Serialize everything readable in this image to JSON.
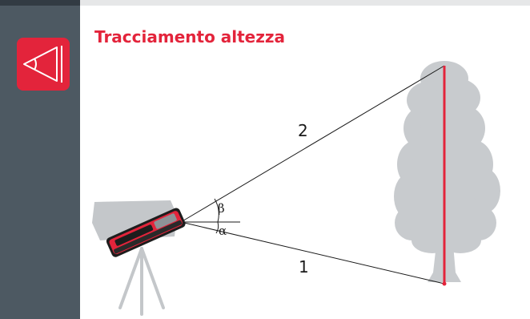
{
  "title": "Tracciamento altezza",
  "mode_icon": "height-tracking-icon",
  "labels": {
    "line_top": "2",
    "line_bottom": "1",
    "angle_upper": "β",
    "angle_lower": "α"
  },
  "colors": {
    "accent": "#e3243b",
    "sidebar": "#4d5962",
    "tree": "#c8cbce",
    "tripod": "#c4c7ca",
    "line": "#1a1a1a"
  }
}
